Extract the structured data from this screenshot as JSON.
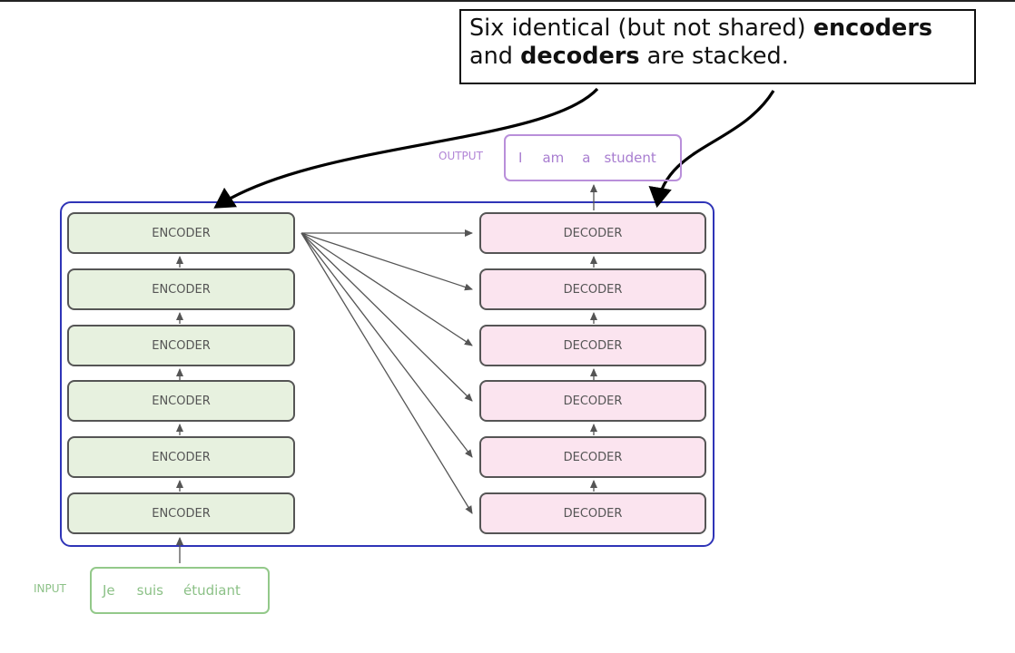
{
  "callout": {
    "line1_prefix": "Six identical (but not shared) ",
    "line1_bold": "encoders",
    "line2_prefix": "and ",
    "line2_bold": "decoders",
    "line2_suffix": " are stacked."
  },
  "encoders": [
    "ENCODER",
    "ENCODER",
    "ENCODER",
    "ENCODER",
    "ENCODER",
    "ENCODER"
  ],
  "decoders": [
    "DECODER",
    "DECODER",
    "DECODER",
    "DECODER",
    "DECODER",
    "DECODER"
  ],
  "input": {
    "label": "INPUT",
    "words": [
      "Je",
      "suis",
      "étudiant"
    ]
  },
  "output": {
    "label": "OUTPUT",
    "words": [
      "I",
      "am",
      "a",
      "student"
    ]
  },
  "colors": {
    "encoder_fill": "#e7f1df",
    "decoder_fill": "#fbe4ef",
    "frame_border": "#2f34b7",
    "input_text": "#8cc187",
    "output_text": "#a87dd0"
  }
}
